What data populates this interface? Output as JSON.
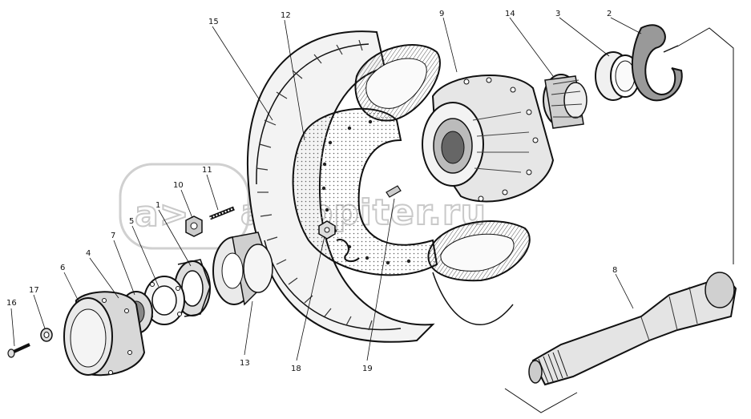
{
  "watermark": {
    "text": "autopiter.ru"
  },
  "callouts": [
    {
      "id": "c1",
      "label": "1"
    },
    {
      "id": "c2",
      "label": "2"
    },
    {
      "id": "c3",
      "label": "3"
    },
    {
      "id": "c4",
      "label": "4"
    },
    {
      "id": "c5",
      "label": "5"
    },
    {
      "id": "c6",
      "label": "6"
    },
    {
      "id": "c7",
      "label": "7"
    },
    {
      "id": "c8",
      "label": "8"
    },
    {
      "id": "c9",
      "label": "9"
    },
    {
      "id": "c10",
      "label": "10"
    },
    {
      "id": "c11",
      "label": "11"
    },
    {
      "id": "c12",
      "label": "12"
    },
    {
      "id": "c13",
      "label": "13"
    },
    {
      "id": "c14",
      "label": "14"
    },
    {
      "id": "c15",
      "label": "15"
    },
    {
      "id": "c16",
      "label": "16"
    },
    {
      "id": "c17",
      "label": "17"
    },
    {
      "id": "c18",
      "label": "18"
    },
    {
      "id": "c19",
      "label": "19"
    }
  ],
  "colors": {
    "ink": "#111111",
    "shade": "#9a9a9a",
    "watermark": "#c9c9c9"
  }
}
